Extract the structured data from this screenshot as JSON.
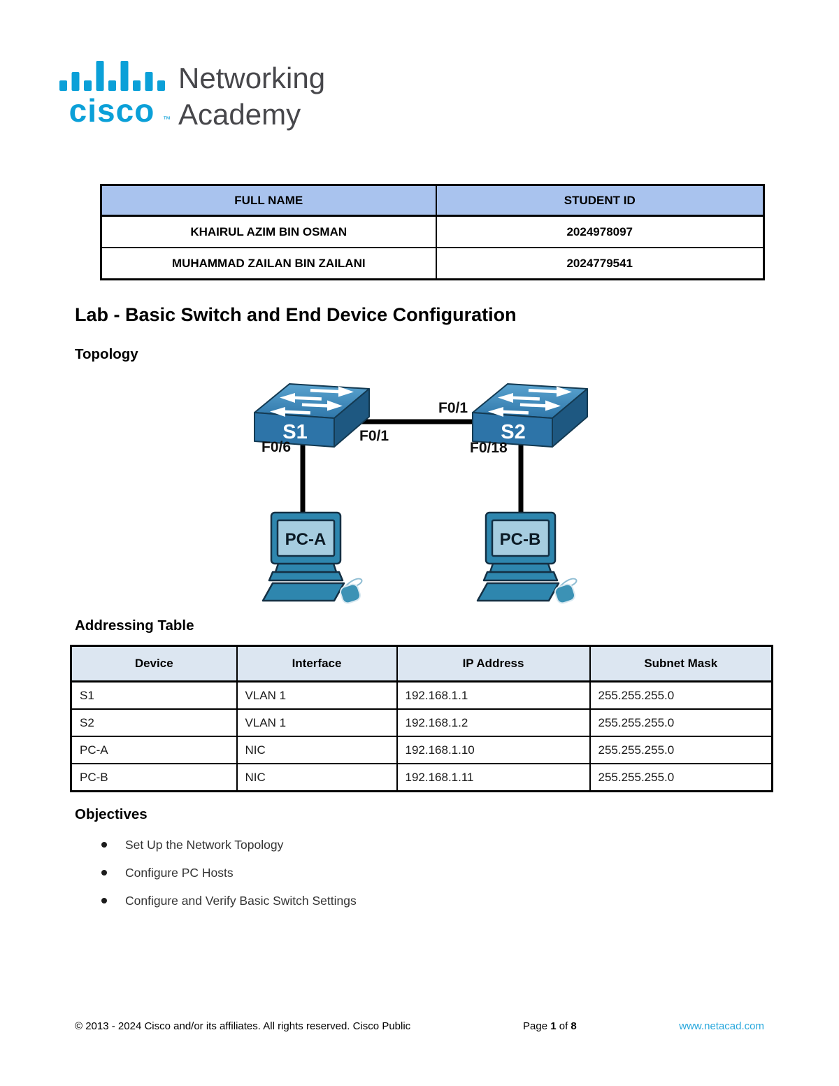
{
  "logo": {
    "brand": "cisco",
    "trademark": "™",
    "line1": "Networking",
    "line2": "Academy",
    "brand_color": "#0ba0d8",
    "text_color": "#47474b"
  },
  "students_table": {
    "headers": [
      "FULL NAME",
      "STUDENT ID"
    ],
    "header_bg": "#a9c3ee",
    "rows": [
      {
        "full_name": "KHAIRUL AZIM BIN OSMAN",
        "student_id": "2024978097"
      },
      {
        "full_name": "MUHAMMAD ZAILAN BIN ZAILANI",
        "student_id": "2024779541"
      }
    ]
  },
  "title": "Lab - Basic Switch and End Device Configuration",
  "sections": {
    "topology_heading": "Topology",
    "addressing_heading": "Addressing Table",
    "objectives_heading": "Objectives"
  },
  "topology": {
    "switches": [
      {
        "name": "S1"
      },
      {
        "name": "S2"
      }
    ],
    "pcs": [
      {
        "name": "PC-A"
      },
      {
        "name": "PC-B"
      }
    ],
    "port_labels": {
      "s1_to_s2": "F0/1",
      "s2_to_s1": "F0/1",
      "s1_to_pca": "F0/6",
      "s2_to_pcb": "F0/18"
    },
    "colors": {
      "device_blue": "#2d7aac",
      "cable": "#000000"
    }
  },
  "addressing_table": {
    "headers": [
      "Device",
      "Interface",
      "IP Address",
      "Subnet Mask"
    ],
    "header_bg": "#dce6f1",
    "rows": [
      {
        "device": "S1",
        "interface": "VLAN 1",
        "ip": "192.168.1.1",
        "mask": "255.255.255.0"
      },
      {
        "device": "S2",
        "interface": "VLAN 1",
        "ip": "192.168.1.2",
        "mask": "255.255.255.0"
      },
      {
        "device": "PC-A",
        "interface": "NIC",
        "ip": "192.168.1.10",
        "mask": "255.255.255.0"
      },
      {
        "device": "PC-B",
        "interface": "NIC",
        "ip": "192.168.1.11",
        "mask": "255.255.255.0"
      }
    ]
  },
  "objectives": {
    "items": [
      "Set Up the Network Topology",
      "Configure PC Hosts",
      "Configure and Verify Basic Switch Settings"
    ]
  },
  "footer": {
    "copyright": "© 2013 - 2024 Cisco and/or its affiliates. All rights reserved. Cisco Public",
    "page_label": "Page",
    "page_number": "1",
    "of_label": "of",
    "page_total": "8",
    "website": "www.netacad.com",
    "link_color": "#29a8dd"
  }
}
